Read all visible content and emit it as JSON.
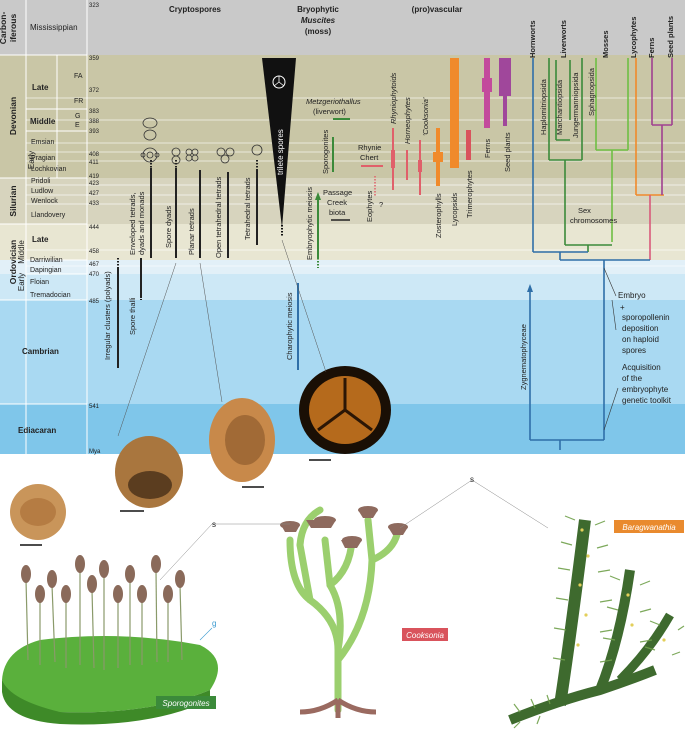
{
  "colors": {
    "carboniferous": "#c9c9c9",
    "devonian": "#c9c6a6",
    "silurian": "#d7d4be",
    "late_ordovician": "#e8e6d2",
    "mid_ordovician": "#e2f0f8",
    "early_ordovician": "#cde8f6",
    "cambrian": "#a9d9f2",
    "ediacaran": "#7fc6ea",
    "hornwort_tree": "#2f6fa8",
    "liverwort_tree": "#3b8a3a",
    "moss_tree": "#6fbf44",
    "lycophyte_tree": "#f08a2b",
    "fern_tree": "#a04090",
    "seed_tree": "#d85a7a",
    "lycopsid_bar": "#f08a2b",
    "ferns_bar": "#c34a9c",
    "seedplants_bar": "#a0479b",
    "rhynie_red": "#e0606a",
    "sporogonites_green": "#5aa832",
    "cooksonia_red": "#d9535c",
    "baragwanathia_orange": "#e98a2e"
  },
  "periods": [
    {
      "name": "Carbon-\niferous"
    },
    {
      "name": "Devonian"
    },
    {
      "name": "Silurian"
    },
    {
      "name": "Ordovician"
    },
    {
      "name": "Cambrian"
    },
    {
      "name": "Ediacaran"
    }
  ],
  "epochs": {
    "mississippian": "Mississippian",
    "late": "Late",
    "middle": "Middle",
    "early": "Early",
    "ord_late": "Late",
    "ord_early": "Early",
    "ord_middle": "Middle",
    "cambrian": "Cambrian",
    "ediacaran": "Ediacaran"
  },
  "stages": {
    "fa": "FA",
    "fr": "FR",
    "g": "G",
    "e": "E",
    "emsian": "Emsian",
    "pragian": "Pragian",
    "lochkovian": "Lochkovian",
    "pridoli": "Pridoli",
    "ludlow": "Ludlow",
    "wenlock": "Wenlock",
    "llandovery": "Llandovery",
    "darriwilian": "Darriwilian",
    "dapingian": "Dapingian",
    "floian": "Floian",
    "tremadocian": "Tremadocian"
  },
  "ages": [
    "323",
    "359",
    "372",
    "383",
    "388",
    "393",
    "408",
    "411",
    "419",
    "423",
    "427",
    "433",
    "444",
    "458",
    "467",
    "470",
    "485",
    "541",
    "Mya"
  ],
  "headers": {
    "cryptospores": "Cryptospores",
    "bryophytic_1": "Bryophytic",
    "bryophytic_2": "Muscites",
    "bryophytic_3": "(moss)",
    "provascular": "(pro)vascular",
    "hornworts": "Hornworts",
    "liverworts": "Liverworts",
    "mosses": "Mosses",
    "lycophytes": "Lycophytes",
    "ferns": "Ferns",
    "seed_plants": "Seed plants"
  },
  "spore_labels": {
    "enveloped": "Enveloped tetrads,",
    "enveloped2": "dyads and monads",
    "spore_dyads": "Spore dyads",
    "planar": "Planar tetrads",
    "open": "Open tetrahedral tetrads",
    "tetrahedral": "Tetrahedral tetrads",
    "trilete": "trilete spores",
    "irregular": "Irregular clusters (polyads)",
    "spore_thalli": "Spore thalli",
    "charophytic": "Charophytic meiosis",
    "embryophytic": "Embryophytic meiosis",
    "zygnematophyceae": "Zygnematophyceae"
  },
  "fossil_labels": {
    "metzgeriothallus": "Metzgeriothallus",
    "liverwort": "(liverwort)",
    "sporogonites": "Sporogonites",
    "passage1": "Passage",
    "passage2": "Creek",
    "passage3": "biota",
    "rhynie1": "Rhynie",
    "rhynie2": "Chert",
    "eophytes": "Eophytes",
    "question": "?",
    "rhyniophytoids": "Rhyniophytoids",
    "horneophytes": "Horneophytes",
    "cooksonia": "'Cooksonia'",
    "zosterophylls": "Zosterophylls",
    "lycopsids": "Lycopsids",
    "trimerophytes": "Trimerophytes",
    "ferns": "Ferns",
    "seed_plants": "Seed plants"
  },
  "clade_labels": {
    "haplomitriopsida": "Haplomitriopsida",
    "marchantiopsida": "Marchantiopsida",
    "jungermanniopsida": "Jungermanniopsida",
    "sphagnopsida": "Sphagnopsida",
    "sex1": "Sex",
    "sex2": "chromosomes"
  },
  "notes": {
    "embryo": "Embryo",
    "plus": "+",
    "sporopollenin1": "sporopollenin",
    "sporopollenin2": "deposition",
    "sporopollenin3": "on haploid",
    "sporopollenin4": "spores",
    "acq1": "Acquisition",
    "acq2": "of the",
    "acq3": "embryophyte",
    "acq4": "genetic toolkit"
  },
  "illustrations": {
    "sporogonites": "Sporogonites",
    "cooksonia": "Cooksonia",
    "baragwanathia": "Baragwanathia",
    "s": "s",
    "g": "g"
  }
}
